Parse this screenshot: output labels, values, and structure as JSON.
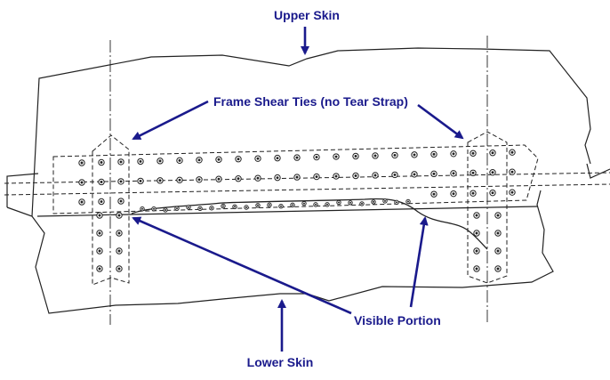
{
  "labels": {
    "upper_skin": "Upper Skin",
    "frame_shear_ties": "Frame Shear Ties (no Tear Strap)",
    "visible_portion": "Visible Portion",
    "lower_skin": "Lower Skin"
  },
  "colors": {
    "callout": "#1a1a8c",
    "linework": "#222222",
    "background": "#ffffff"
  }
}
